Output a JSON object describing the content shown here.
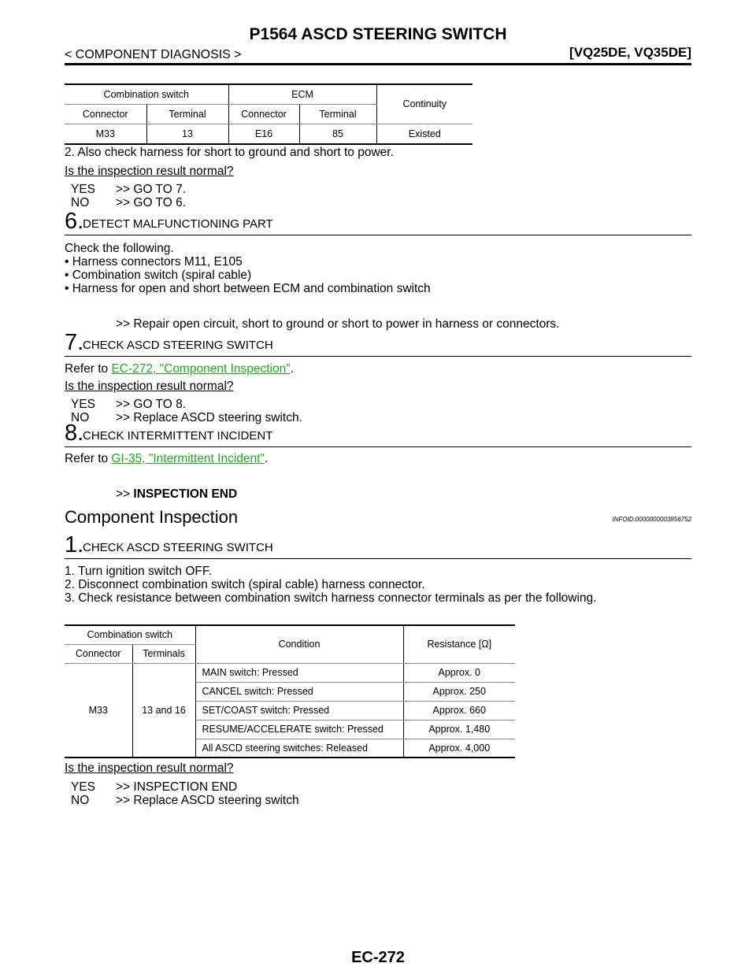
{
  "header": {
    "title": "P1564 ASCD STEERING SWITCH",
    "section": "< COMPONENT DIAGNOSIS >",
    "engines": "[VQ25DE, VQ35DE]"
  },
  "table1": {
    "h_combination": "Combination switch",
    "h_ecm": "ECM",
    "h_continuity": "Continuity",
    "h_connector_a": "Connector",
    "h_terminal_a": "Terminal",
    "h_connector_b": "Connector",
    "h_terminal_b": "Terminal",
    "row": [
      "M33",
      "13",
      "E16",
      "85",
      "Existed"
    ]
  },
  "step5": {
    "item2": "2. Also check harness for short to ground and short to power.",
    "question": "Is the inspection result normal?",
    "yes": "YES",
    "yes_action": ">> GO TO 7.",
    "no": "NO",
    "no_action": ">> GO TO 6."
  },
  "step6": {
    "num": "6.",
    "label": "DETECT MALFUNCTIONING PART",
    "intro": "Check the following.",
    "bullets": [
      "• Harness connectors M11, E105",
      "• Combination switch (spiral cable)",
      "• Harness for open and short between ECM and combination switch"
    ],
    "action": ">> Repair open circuit, short to ground or short to power in harness or connectors."
  },
  "step7": {
    "num": "7.",
    "label": "CHECK ASCD STEERING SWITCH",
    "refer_prefix": "Refer to ",
    "refer_link": "EC-272, \"Component Inspection\"",
    "refer_suffix": ".",
    "question": "Is the inspection result normal?",
    "yes": "YES",
    "yes_action": ">> GO TO 8.",
    "no": "NO",
    "no_action": ">> Replace ASCD steering switch."
  },
  "step8": {
    "num": "8.",
    "label": "CHECK INTERMITTENT INCIDENT",
    "refer_prefix": "Refer to ",
    "refer_link": "GI-35, \"Intermittent Incident\"",
    "refer_suffix": ".",
    "action_prefix": ">>",
    "action_bold": "INSPECTION END"
  },
  "component": {
    "title": "Component Inspection",
    "infoid": "INFOID:0000000003856752"
  },
  "ci_step1": {
    "num": "1.",
    "label": "CHECK ASCD STEERING SWITCH",
    "items": [
      "1. Turn ignition switch OFF.",
      "2. Disconnect combination switch (spiral cable) harness connector.",
      "3. Check resistance between combination switch harness connector terminals as per the following."
    ],
    "question": "Is the inspection result normal?",
    "yes": "YES",
    "yes_action": ">> INSPECTION END",
    "no": "NO",
    "no_action": ">> Replace ASCD steering switch"
  },
  "table2": {
    "h_combination": "Combination switch",
    "h_condition": "Condition",
    "h_resistance": "Resistance [Ω]",
    "h_connector": "Connector",
    "h_terminals": "Terminals",
    "connector": "M33",
    "terminals": "13 and 16",
    "rows": [
      {
        "condition": "MAIN switch: Pressed",
        "resistance": "Approx. 0"
      },
      {
        "condition": "CANCEL switch: Pressed",
        "resistance": "Approx. 250"
      },
      {
        "condition": "SET/COAST switch: Pressed",
        "resistance": "Approx. 660"
      },
      {
        "condition": "RESUME/ACCELERATE switch: Pressed",
        "resistance": "Approx. 1,480"
      },
      {
        "condition": "All ASCD steering switches: Released",
        "resistance": "Approx. 4,000"
      }
    ]
  },
  "footer": {
    "page": "EC-272"
  }
}
